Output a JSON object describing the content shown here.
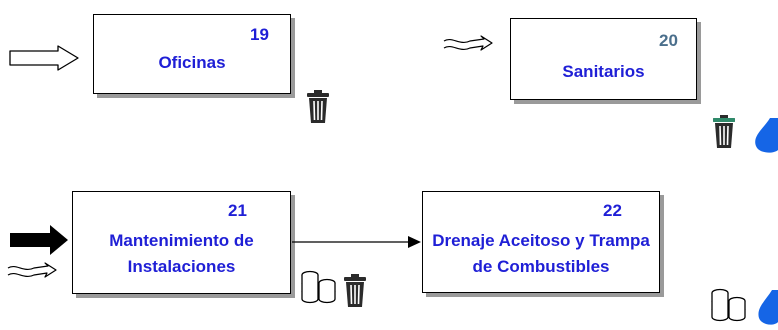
{
  "colors": {
    "title_blue": "#1f1fd6",
    "number_slate": "#4b6f8c",
    "droplet_blue": "#1565e6",
    "trash_dark": "#2b2b2b",
    "trash_green": "#2f8a6a"
  },
  "nodes": [
    {
      "id": "19",
      "number": "19",
      "title": "Oficinas",
      "inputs": [
        "outline-arrow"
      ],
      "outputs": [
        "trash-icon"
      ]
    },
    {
      "id": "20",
      "number": "20",
      "title": "Sanitarios",
      "inputs": [
        "wavy-arrow"
      ],
      "outputs": [
        "trash-icon",
        "water-droplet-icon"
      ]
    },
    {
      "id": "21",
      "number": "21",
      "title_lines": [
        "Mantenimiento de",
        "Instalaciones"
      ],
      "inputs": [
        "solid-arrow",
        "wavy-arrow"
      ],
      "outputs": [
        "drums-icon",
        "trash-icon"
      ]
    },
    {
      "id": "22",
      "number": "22",
      "title_lines": [
        "Drenaje Aceitoso y Trampa",
        "de Combustibles"
      ],
      "inputs": [
        "process-arrow"
      ],
      "outputs": [
        "drums-icon",
        "water-droplet-icon"
      ]
    }
  ],
  "edges": [
    {
      "from": "21",
      "to": "22"
    }
  ]
}
